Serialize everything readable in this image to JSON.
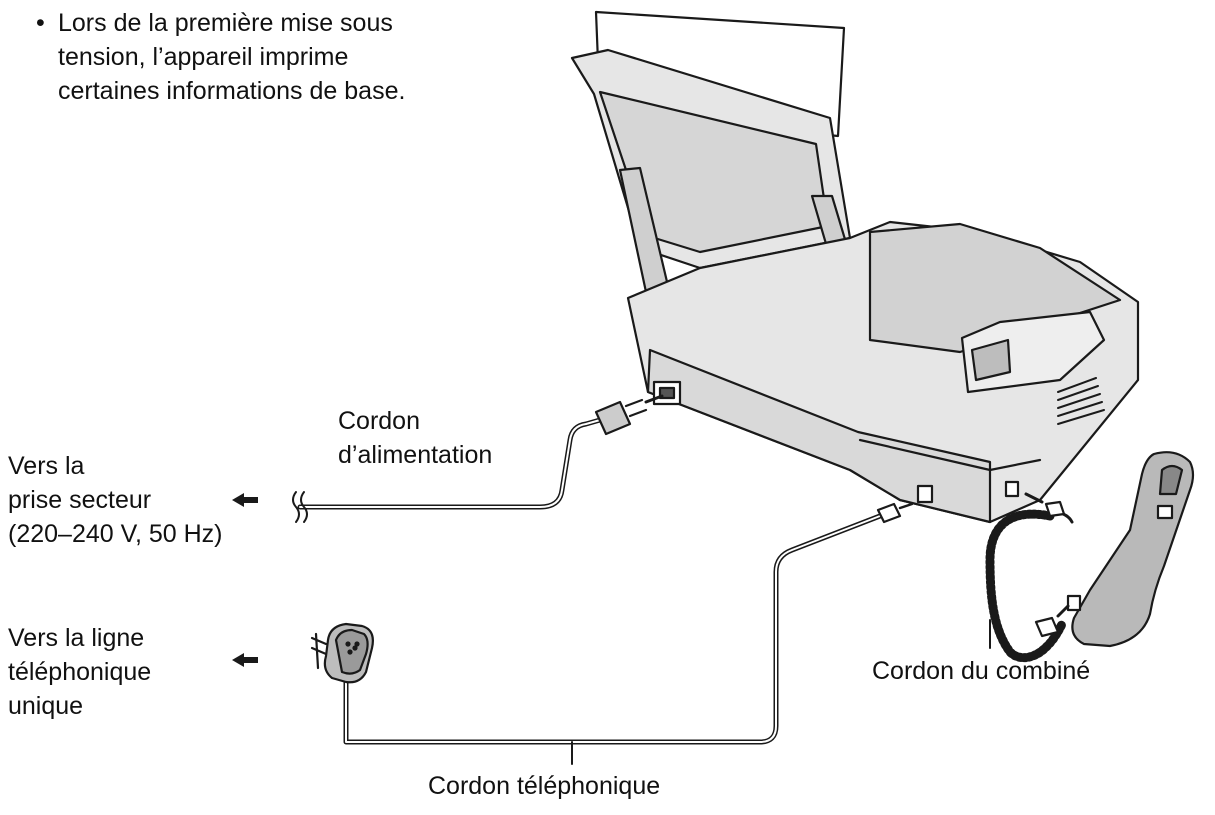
{
  "intro": {
    "bullet": "•",
    "lines": [
      "Lors de la première mise sous",
      "tension, l’appareil imprime",
      "certaines informations de base."
    ]
  },
  "labels": {
    "power_cord": [
      "Cordon",
      "d’alimentation"
    ],
    "mains_outlet": [
      "Vers la",
      "prise secteur",
      "(220–240 V, 50 Hz)"
    ],
    "phone_line": [
      "Vers la ligne",
      "téléphonique",
      "unique"
    ],
    "handset_cord": "Cordon du combiné",
    "phone_cord": "Cordon téléphonique"
  },
  "icons": [
    "fax-machine-icon",
    "handset-icon",
    "power-plug-icon",
    "phone-line-adapter-icon",
    "arrow-left-icon"
  ],
  "colors": {
    "line": "#1a1a1a",
    "device_fill": "#e6e6e6",
    "device_shade": "#c8c8c8"
  }
}
